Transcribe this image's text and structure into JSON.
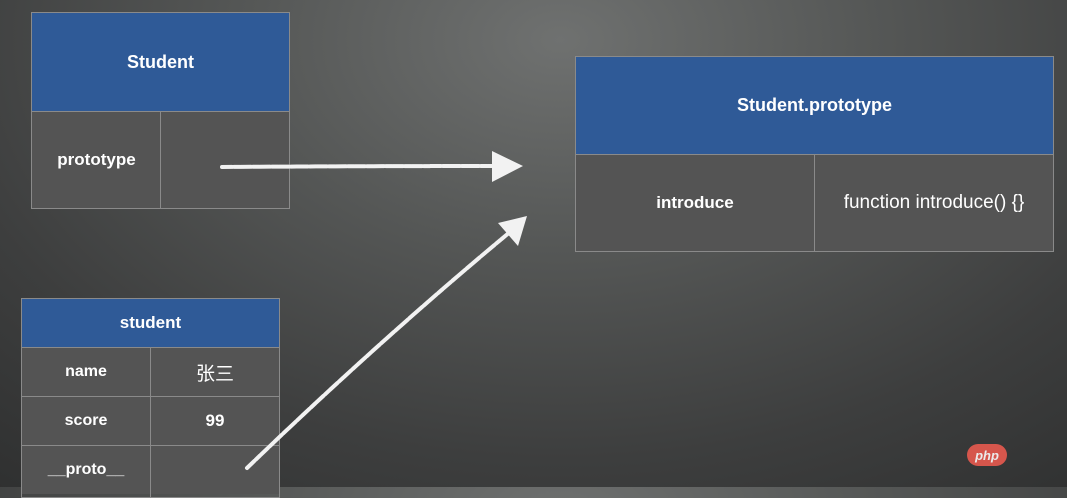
{
  "colors": {
    "header": "#2f5a97",
    "cell": "#545454",
    "border": "#8a8a8a",
    "arrow": "#f2f2f2",
    "badge": "#e85a4f"
  },
  "constructor_box": {
    "title": "Student",
    "row": {
      "key": "prototype",
      "value": ""
    }
  },
  "prototype_box": {
    "title": "Student.prototype",
    "row": {
      "key": "introduce",
      "value": "function introduce() {}"
    }
  },
  "instance_box": {
    "title": "student",
    "rows": [
      {
        "key": "name",
        "value": "张三"
      },
      {
        "key": "score",
        "value": "99"
      },
      {
        "key": "__proto__",
        "value": ""
      }
    ]
  },
  "watermark": {
    "badge": "php"
  }
}
